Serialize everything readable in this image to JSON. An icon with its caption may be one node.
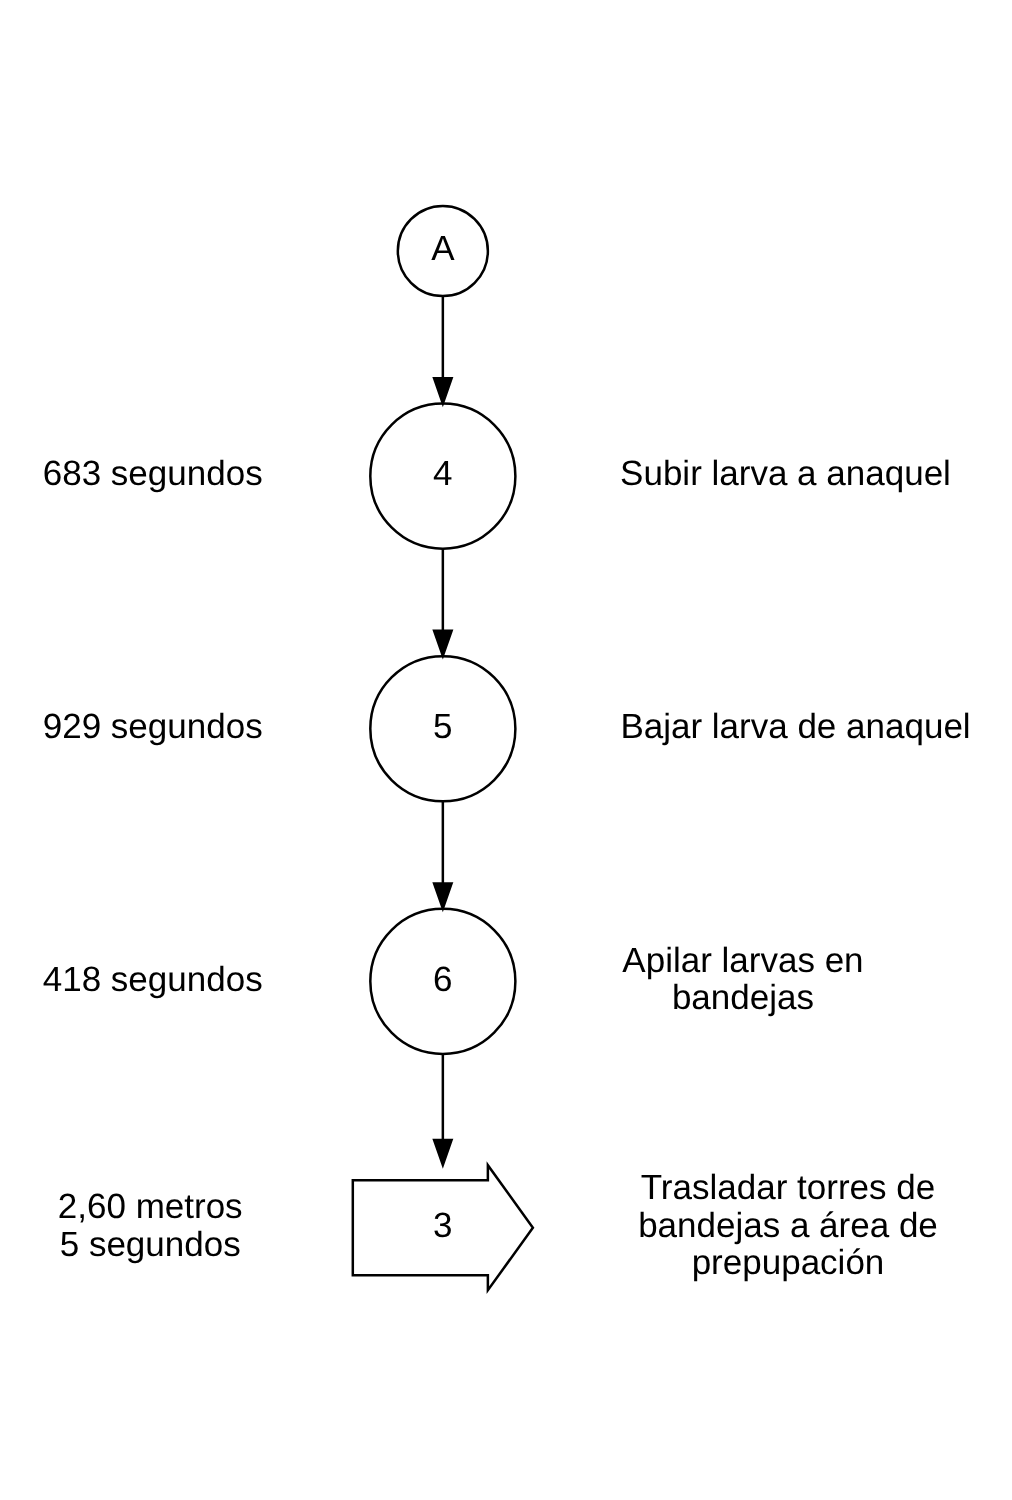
{
  "diagram": {
    "nodes": [
      {
        "text": [
          "A"
        ]
      },
      {
        "text": [
          "4"
        ],
        "beside": [
          "683 segundos",
          "Subir larva a anaquel"
        ]
      },
      {
        "text": [
          "5"
        ],
        "beside": [
          "929 segundos",
          "Bajar larva de anaquel"
        ]
      },
      {
        "text": [
          "6"
        ],
        "beside": [
          "418 segundos",
          "Apilar larvas en bandejas"
        ]
      },
      {
        "text": [
          "3"
        ],
        "beside": [
          "2,60 metros 5 segundos",
          "Trasladar torres de bandejas a área de prepupación"
        ]
      }
    ],
    "edges": [
      {
        "from": 0,
        "to": 1,
        "arrow": "to"
      },
      {
        "from": 1,
        "to": 2,
        "arrow": "to"
      },
      {
        "from": 2,
        "to": 3,
        "arrow": "to"
      },
      {
        "from": 3,
        "to": 4,
        "arrow": "to"
      }
    ]
  }
}
